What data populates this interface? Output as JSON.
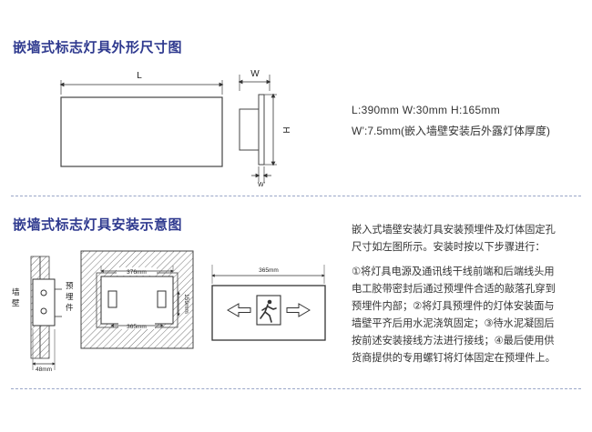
{
  "section1": {
    "title": "嵌墙式标志灯具外形尺寸图",
    "dim_L": "L",
    "dim_W": "W",
    "dim_H": "H",
    "dim_Wprime": "W'",
    "spec_line1": "L:390mm  W:30mm  H:165mm",
    "spec_line2": "W’:7.5mm(嵌入墙壁安装后外露灯体厚度)"
  },
  "section2": {
    "title": "嵌墙式标志灯具安装示意图",
    "wall_label": [
      "墙",
      "壁"
    ],
    "embed_label": [
      "预",
      "埋",
      "件"
    ],
    "dim_48": "48mm",
    "dim_376": "376mm",
    "dim_365_a": "365mm",
    "dim_159": "159mm",
    "dim_365_b": "365mm",
    "paragraph": [
      "嵌入式墙壁安装灯具安装预埋件及灯体固定孔",
      "尺寸如左图所示。安装时按以下步骤进行：",
      "①将灯具电源及通讯线干线前端和后端线头用",
      "电工胶带密封后通过预埋件合适的敲落孔穿到",
      "预埋件内部；②将灯具预埋件的灯体安装面与",
      "墙壁平齐后用水泥浇筑固定；③待水泥凝固后",
      "按前述安装接线方法进行接线；④最后使用供",
      "货商提供的专用螺钉将灯体固定在预埋件上。"
    ]
  }
}
